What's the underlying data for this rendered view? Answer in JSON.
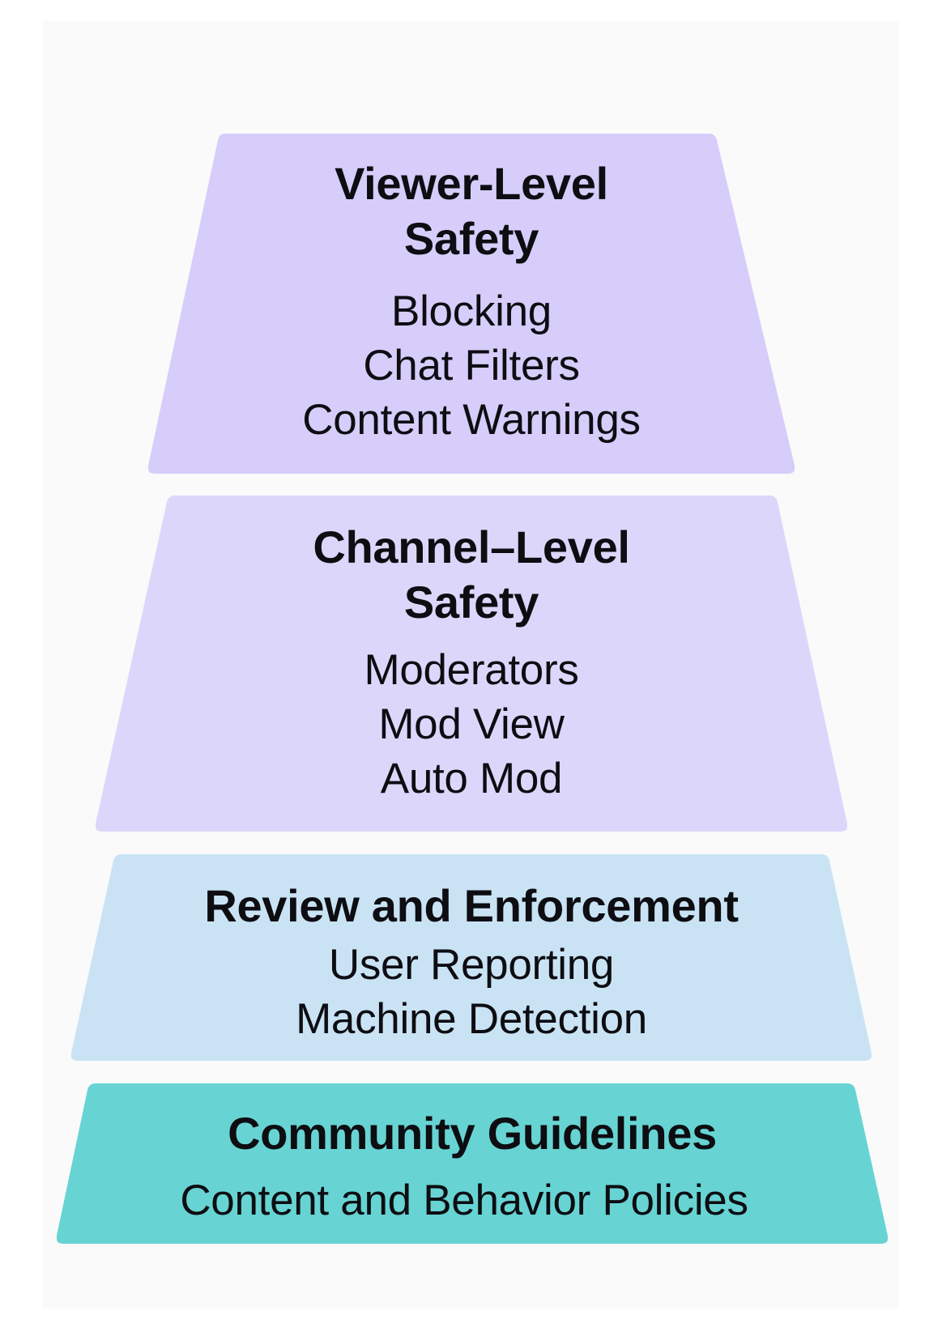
{
  "pyramid": {
    "tiers": [
      {
        "title": "Viewer-Level\nSafety",
        "items": [
          "Blocking",
          "Chat Filters",
          "Content Warnings"
        ],
        "color": "#d6cdfa"
      },
      {
        "title": "Channel–Level\nSafety",
        "items": [
          "Moderators",
          "Mod View",
          "Auto Mod"
        ],
        "color": "#dcd7fa"
      },
      {
        "title": "Review and Enforcement",
        "items": [
          "User Reporting",
          "Machine Detection"
        ],
        "color": "#c9e3f4"
      },
      {
        "title": "Community Guidelines",
        "items": [
          "Content and Behavior Policies"
        ],
        "color": "#67d4d3"
      }
    ]
  }
}
